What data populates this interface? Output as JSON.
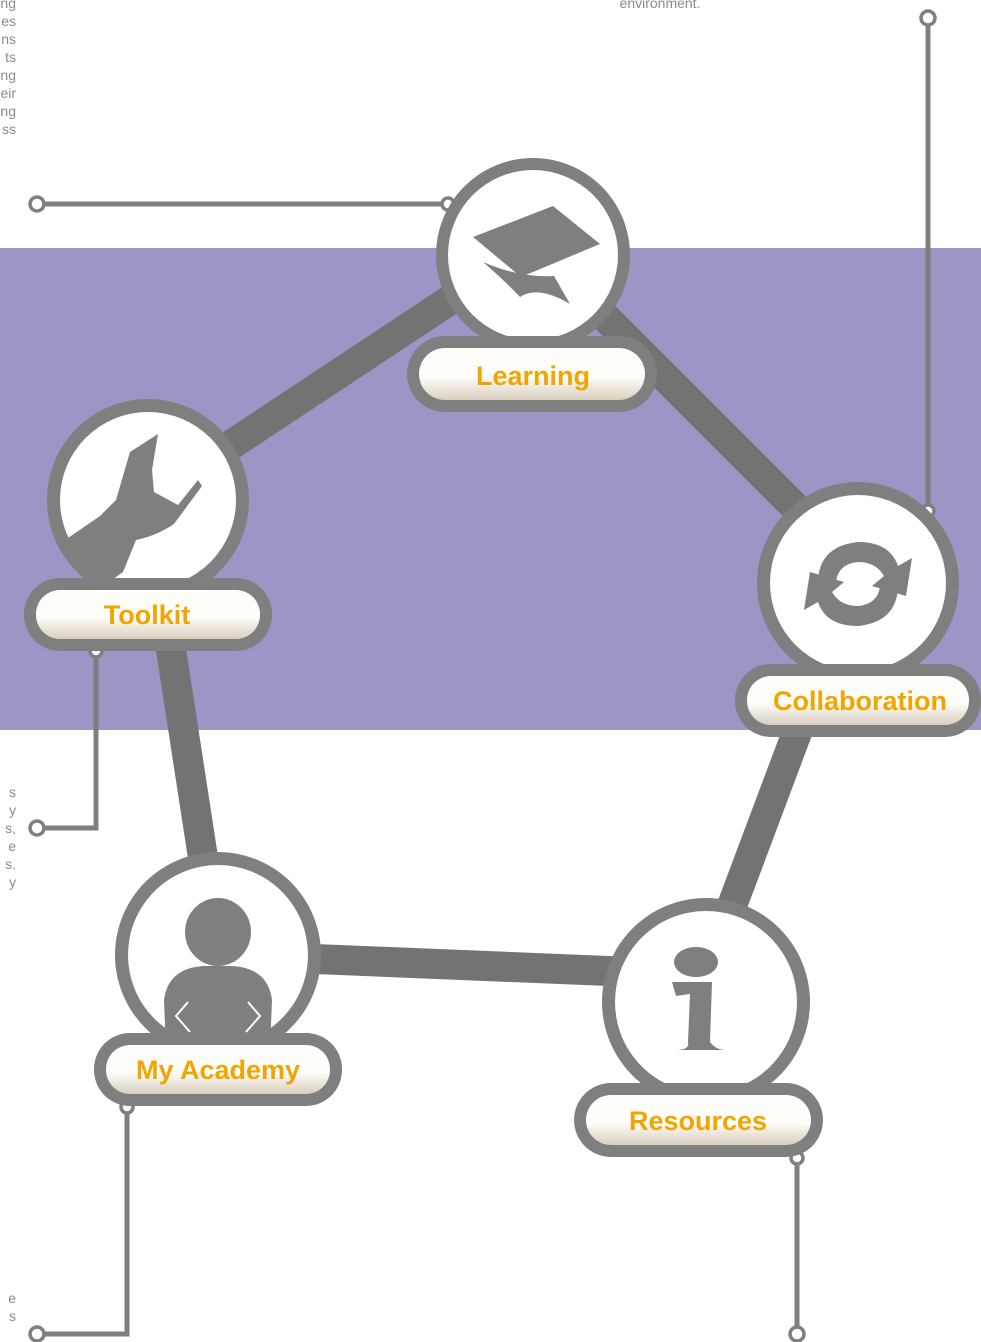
{
  "colors": {
    "band": "#9c95c5",
    "gray": "#7f7f7f",
    "connector": "#737373",
    "pill_top": "#fefdfa",
    "pill_bottom": "#d9cfbd",
    "label": "#f0a500",
    "text": "#8a8a8a"
  },
  "nodes": [
    {
      "id": "learning",
      "label": "Learning",
      "icon": "graduation-cap-icon"
    },
    {
      "id": "collaboration",
      "label": "Collaboration",
      "icon": "sync-arrows-icon"
    },
    {
      "id": "resources",
      "label": "Resources",
      "icon": "info-icon"
    },
    {
      "id": "my_academy",
      "label": "My Academy",
      "icon": "person-icon"
    },
    {
      "id": "toolkit",
      "label": "Toolkit",
      "icon": "wrench-icon"
    }
  ],
  "text_fragments": {
    "top_left": [
      "ng",
      "es",
      "ns",
      "ts",
      "ng",
      "eir",
      "ng",
      "ss"
    ],
    "top_right": [
      "environment."
    ],
    "mid_left": [
      "s",
      "y",
      "s,",
      "e",
      "s.",
      "y"
    ],
    "bottom_left": [
      "e",
      "s"
    ]
  }
}
